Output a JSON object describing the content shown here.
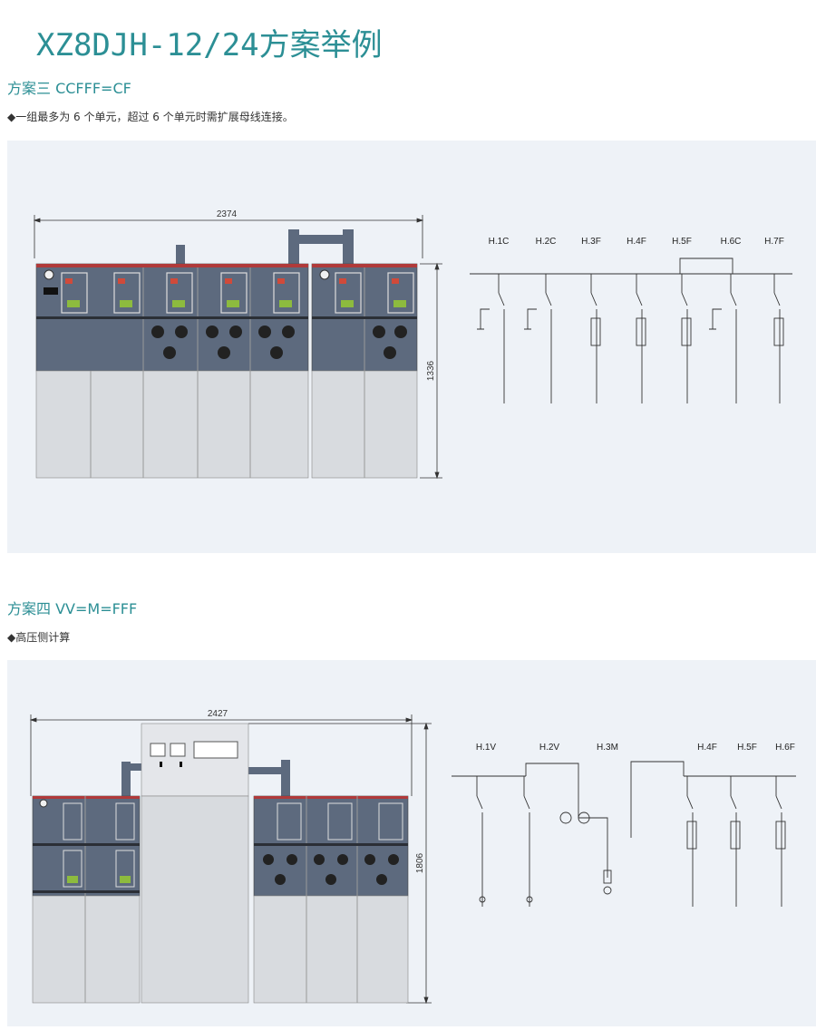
{
  "page": {
    "title": "XZ8DJH-12/24方案举例"
  },
  "scheme3": {
    "title": "方案三 CCFFF=CF",
    "note": "◆一组最多为 6 个单元，超过 6 个单元时需扩展母线连接。",
    "width_dim": "2374",
    "height_dim": "1336",
    "units": [
      "H.1C",
      "H.2C",
      "H.3F",
      "H.4F",
      "H.5F",
      "H.6C",
      "H.7F"
    ]
  },
  "scheme4": {
    "title": "方案四 VV=M=FFF",
    "note": "◆高压侧计算",
    "width_dim": "2427",
    "height_dim": "1806",
    "units": [
      "H.1V",
      "H.2V",
      "H.3M",
      "H.4F",
      "H.5F",
      "H.6F"
    ]
  },
  "colors": {
    "accent": "#2c8f95",
    "panel_bg": "#eef2f7",
    "cabinet_upper": "#5d6a7e",
    "cabinet_lower": "#d8dbdf"
  }
}
